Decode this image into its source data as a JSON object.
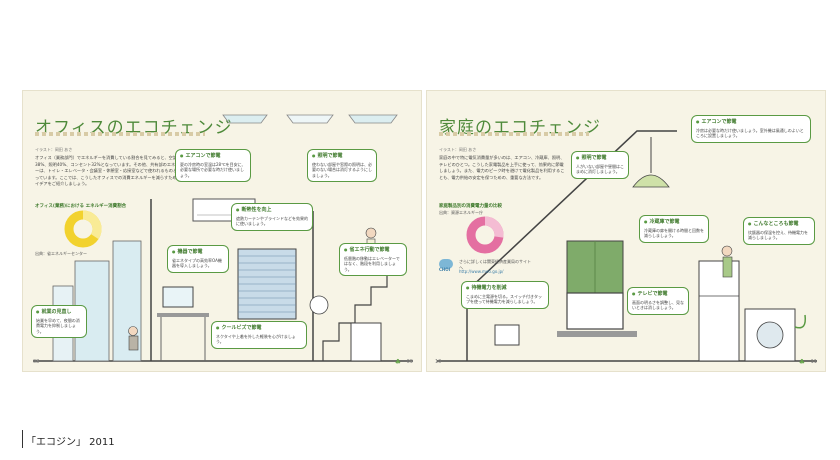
{
  "left": {
    "title": "オフィスのエコチェンジ",
    "meta": "イラスト：岡田 あさ",
    "intro": "オフィス（業務部門）でエネルギーを消費している割合を見てみると、空調38%、照明40%、コンセント32%となっています。その他、共有部のエネルギーは、トイレ・エレベータ・会議室・休憩室・応接室などで使われるものとなっています。ここでは、こうしたオフィスでの消費エネルギーを減らすためのアイデアをご紹介しましょう。",
    "chart_title": "オフィス(業務)における エネルギー消費割合",
    "chart_source": "出典：省エネルギーセンター",
    "callouts": [
      {
        "title": "エアコンで節電",
        "body": "夏の冷房時の室温は28℃を目安に、必要な場所で必要な時だけ使いましょう。"
      },
      {
        "title": "照明で節電",
        "body": "使わない部屋や窓際の照明は、必要のない場合は消灯するようにしましょう。"
      },
      {
        "title": "断熱性を向上",
        "body": "遮熱カーテンやブラインドなどを効果的に使いましょう。"
      },
      {
        "title": "機器で節電",
        "body": "省エネタイプの高効率OA機器を導入しましょう。"
      },
      {
        "title": "省エネ行動で節電",
        "body": "低層階の移動はエレベーターではなく、階段を利用しましょう。"
      },
      {
        "title": "就業の見直し",
        "body": "始業を早めて、夜間の消費電力を抑制しましょう。"
      },
      {
        "title": "クールビズで節電",
        "body": "ネクタイや上着を外した軽装を心がけましょう。"
      }
    ],
    "page_number": "08",
    "leaf_page_number": "09"
  },
  "right": {
    "title": "家庭のエコチェンジ",
    "meta": "イラスト：岡田 あさ",
    "intro": "家庭の中で特に電気消費量が多いのは、エアコン、冷蔵庫、照明、テレビのひとつ。こうした家電製品を上手に使って、効果的に節電しましょう。また、電力のピーク時を避けて電化製品を利用することも、電力供給の安定を保つための、重要な方法です。",
    "chart_title": "家庭製品別の消費電力量の比較",
    "chart_source": "出典：資源エネルギー庁",
    "callouts": [
      {
        "title": "エアコンで節電",
        "body": "冷房は必要な時だけ使いましょう。室外機は風通しのよいところに設置しましょう。"
      },
      {
        "title": "照明で節電",
        "body": "人がいない部屋や昼間はこまめに消灯しましょう。"
      },
      {
        "title": "冷蔵庫で節電",
        "body": "冷蔵庫の扉を開ける時間と回数を減らしましょう。"
      },
      {
        "title": "こんなところも節電",
        "body": "炊飯器の保温を控え、待機電力を減らしましょう。"
      },
      {
        "title": "待機電力を削減",
        "body": "こまめに主電源を切る。スイッチ付きタップを使って待機電力を減らしましょう。"
      },
      {
        "title": "テレビで節電",
        "body": "画面の明るさを調整し、見ないときは消しましょう。"
      }
    ],
    "choi_label": "CHOI",
    "choi_text": "さらに詳しくは関東経済産業局のサイトへ",
    "choi_url": "http://www.meti.go.jp/",
    "page_number": "10",
    "leaf_page_number": "11"
  },
  "caption": "「エコジン」 2011",
  "colors": {
    "accent": "#5a9a43",
    "page": "#f7f4e6",
    "yellow_chart": "#f2d22e",
    "pink_chart": "#e46fa1"
  }
}
